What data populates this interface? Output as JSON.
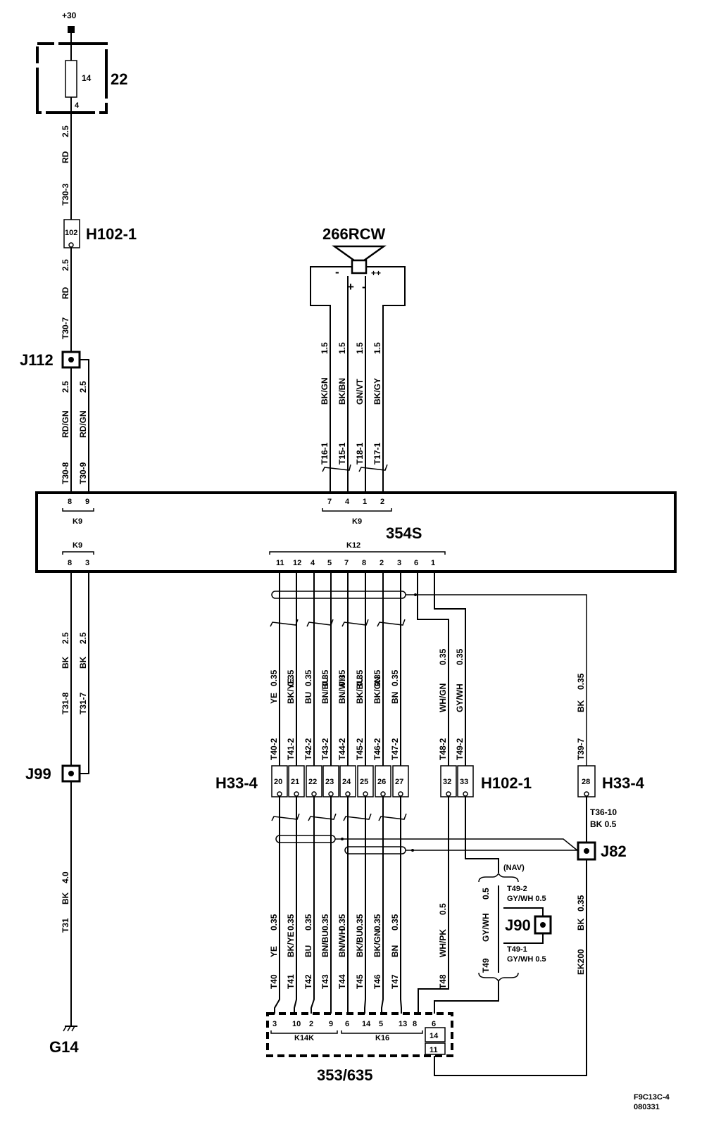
{
  "supply": {
    "label": "+30"
  },
  "fuse": {
    "id": "22",
    "number": "14",
    "pin": "4"
  },
  "connectors": {
    "h102_top": {
      "label": "H102-1",
      "pin": "102"
    },
    "h102_right": {
      "label": "H102-1",
      "pins": [
        "32",
        "33"
      ]
    },
    "h33_left": {
      "label": "H33-4",
      "pins": [
        "20",
        "21",
        "22",
        "23",
        "24",
        "25",
        "26",
        "27"
      ]
    },
    "h33_right": {
      "label": "H33-4",
      "pin": "28"
    }
  },
  "splices": {
    "j112": "J112",
    "j99": "J99",
    "j82": "J82",
    "j90": "J90"
  },
  "ground": {
    "label": "G14"
  },
  "speaker": {
    "label": "266RCW",
    "minus_left": "-",
    "plus_left": "+",
    "minus_right": "-",
    "plus_right": "++"
  },
  "module": {
    "label": "354S",
    "top_left": {
      "connector": "K9",
      "pins": [
        "8",
        "9"
      ]
    },
    "top_right": {
      "connector": "K9",
      "pins": [
        "7",
        "4",
        "1",
        "2"
      ]
    },
    "bottom_left": {
      "connector": "K9",
      "pins": [
        "8",
        "3"
      ]
    },
    "bottom_right": {
      "connector": "K12",
      "pins": [
        "11",
        "12",
        "4",
        "5",
        "7",
        "8",
        "2",
        "3",
        "6",
        "1"
      ]
    }
  },
  "radio": {
    "label": "353/635",
    "k14k": {
      "label": "K14K",
      "pins": [
        "3",
        "10",
        "2",
        "9"
      ]
    },
    "k16": {
      "label": "K16",
      "pins": [
        "6",
        "14",
        "5",
        "13",
        "8",
        "6"
      ]
    },
    "side_pins": [
      "14",
      "11"
    ]
  },
  "wires": {
    "fuse_to_h102": [
      "2.5",
      "RD",
      "T30-3"
    ],
    "h102_to_j112": [
      "2.5",
      "RD",
      "T30-7"
    ],
    "j112_a": [
      "2.5",
      "RD/GN",
      "T30-8"
    ],
    "j112_b": [
      "2.5",
      "RD/GN",
      "T30-9"
    ],
    "speaker": [
      [
        "1.5",
        "BK/GN",
        "T16-1"
      ],
      [
        "1.5",
        "BK/BN",
        "T15-1"
      ],
      [
        "1.5",
        "GN/VT",
        "T18-1"
      ],
      [
        "1.5",
        "BK/GY",
        "T17-1"
      ]
    ],
    "k9_bottom_a": [
      "2.5",
      "BK",
      "T31-8"
    ],
    "k9_bottom_b": [
      "2.5",
      "BK",
      "T31-7"
    ],
    "ground": [
      "4.0",
      "BK",
      "T31"
    ],
    "k12_upper": [
      [
        "0.35",
        "YE",
        "T40-2"
      ],
      [
        "0.35",
        "BK/YE",
        "T41-2"
      ],
      [
        "0.35",
        "BU",
        "T42-2"
      ],
      [
        "0.35",
        "BN/BU",
        "T43-2"
      ],
      [
        "0.35",
        "BN/WH",
        "T44-2"
      ],
      [
        "0.35",
        "BK/BU",
        "T45-2"
      ],
      [
        "0.35",
        "BK/GN",
        "T46-2"
      ],
      [
        "0.35",
        "BN",
        "T47-2"
      ],
      [
        "0.35",
        "WH/GN",
        "T48-2"
      ],
      [
        "0.35",
        "GY/WH",
        "T49-2"
      ],
      [
        "0.35",
        "BK",
        "T39-7"
      ]
    ],
    "k12_lower": [
      [
        "0.35",
        "YE",
        "T40"
      ],
      [
        "0.35",
        "BK/YE",
        "T41"
      ],
      [
        "0.35",
        "BU",
        "T42"
      ],
      [
        "0.35",
        "BN/BU",
        "T43"
      ],
      [
        "0.35",
        "BN/WH",
        "T44"
      ],
      [
        "0.35",
        "BK/BU",
        "T45"
      ],
      [
        "0.35",
        "BK/GN",
        "T46"
      ],
      [
        "0.35",
        "BN",
        "T47"
      ],
      [
        "0.5",
        "WH/PK",
        "T48"
      ]
    ],
    "j82_in": [
      "T36-10",
      "BK 0.5"
    ],
    "nav_note": "(NAV)",
    "t49": [
      "0.5",
      "GY/WH",
      "T49"
    ],
    "t49_2": [
      "T49-2",
      "GY/WH 0.5"
    ],
    "t49_1": [
      "T49-1",
      "GY/WH 0.5"
    ],
    "ek200": [
      "0.35",
      "BK",
      "EK200"
    ]
  },
  "drawing_code": {
    "line1": "F9C13C-4",
    "line2": "080331"
  }
}
